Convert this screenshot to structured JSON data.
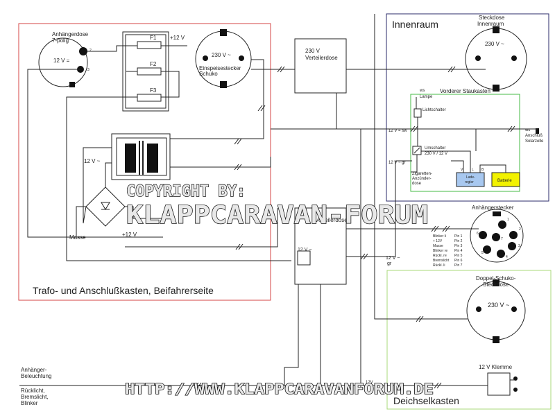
{
  "boxes": {
    "trafo_kasten": "Trafo- und Anschlußkasten, Beifahrerseite",
    "innenraum": "Innenraum",
    "deichselkasten": "Deichselkasten",
    "vorderer_staukasten": "Vorderer Staukasten"
  },
  "left": {
    "anhaenger_dose_title": [
      "Anhängerdose",
      "7-polig"
    ],
    "v12_eq": "12 V =",
    "pin2": "2",
    "pin3": "3",
    "fuse_f1": "F1",
    "fuse_f2": "F2",
    "fuse_f3": "F3",
    "plus12_top": "+12 V",
    "v230_left": "230 V ~",
    "einspeise": [
      "Einspeisestecker",
      "Schuko"
    ],
    "v12_ac": "12 V ~",
    "masse": "Masse",
    "plus12_bottom": "+12 V"
  },
  "center": {
    "verteiler_top": [
      "230 V",
      "Verteilerdose"
    ],
    "verteiler_mid": "Verteilerdose",
    "v12_ac_mid": "12 V ~",
    "v12_gr": [
      "12 V ~",
      "gr"
    ]
  },
  "innen": {
    "steckdose": [
      "Steckdose",
      "Innenraum"
    ],
    "v230": "230 V ~",
    "ws_top": "ws",
    "lampe": "Lampe",
    "lichtschalter": "Lichtschalter",
    "v12_sw": "12 V = sw",
    "ws_right": "ws",
    "anschluss": [
      "Anschluß",
      "Solarzelle"
    ],
    "umschalter": [
      "Umschalter",
      "230 V / 12 V"
    ],
    "v12_gr": "12 V ~ gr",
    "zigaretten": [
      "Zigaretten-",
      "Anzünder-",
      "dose"
    ],
    "v_label": "V",
    "l_label": "L",
    "b_label": "B",
    "laderegler": [
      "Lade-",
      "regler"
    ],
    "batterie": "Batterie"
  },
  "stecker": {
    "title": "Anhängerstecker",
    "pins": [
      {
        "name": "Blinker li",
        "pin": "Pin 1"
      },
      {
        "name": "+ 12V",
        "pin": "Pin 2"
      },
      {
        "name": "Masse",
        "pin": "Pin 3"
      },
      {
        "name": "Blinker re",
        "pin": "Pin 4"
      },
      {
        "name": "Rückl. re",
        "pin": "Pin 5"
      },
      {
        "name": "Bremslicht",
        "pin": "Pin 6"
      },
      {
        "name": "Rückl. li",
        "pin": "Pin 7"
      }
    ],
    "numbers": [
      "1",
      "2",
      "3",
      "4",
      "5",
      "6",
      "7"
    ]
  },
  "deichsel": {
    "doppel": [
      "Doppel-Schuko-",
      "Steckdose"
    ],
    "v230": "230 V ~",
    "klemme": "12 V Klemme",
    "v12_small": "12V"
  },
  "bottom_left": {
    "beleuchtung": [
      "Anhänger-",
      "Beleuchtung"
    ],
    "rueck": [
      "Rücklicht,",
      "Bremslicht,",
      "Blinker"
    ]
  },
  "watermark": {
    "line1": "COPYRIGHT BY:",
    "line2": "KLAPPCARAVAN-FORUM",
    "url": "HTTP://WWW.KLAPPCARAVANFORUM.DE"
  },
  "colors": {
    "trafo_border": "#d64545",
    "innen_border": "#2a2a6a",
    "stau_border": "#44bb44",
    "deichsel_border": "#a8d878",
    "laderegler_fill": "#a8c8f0",
    "batterie_fill": "#f2f200"
  }
}
